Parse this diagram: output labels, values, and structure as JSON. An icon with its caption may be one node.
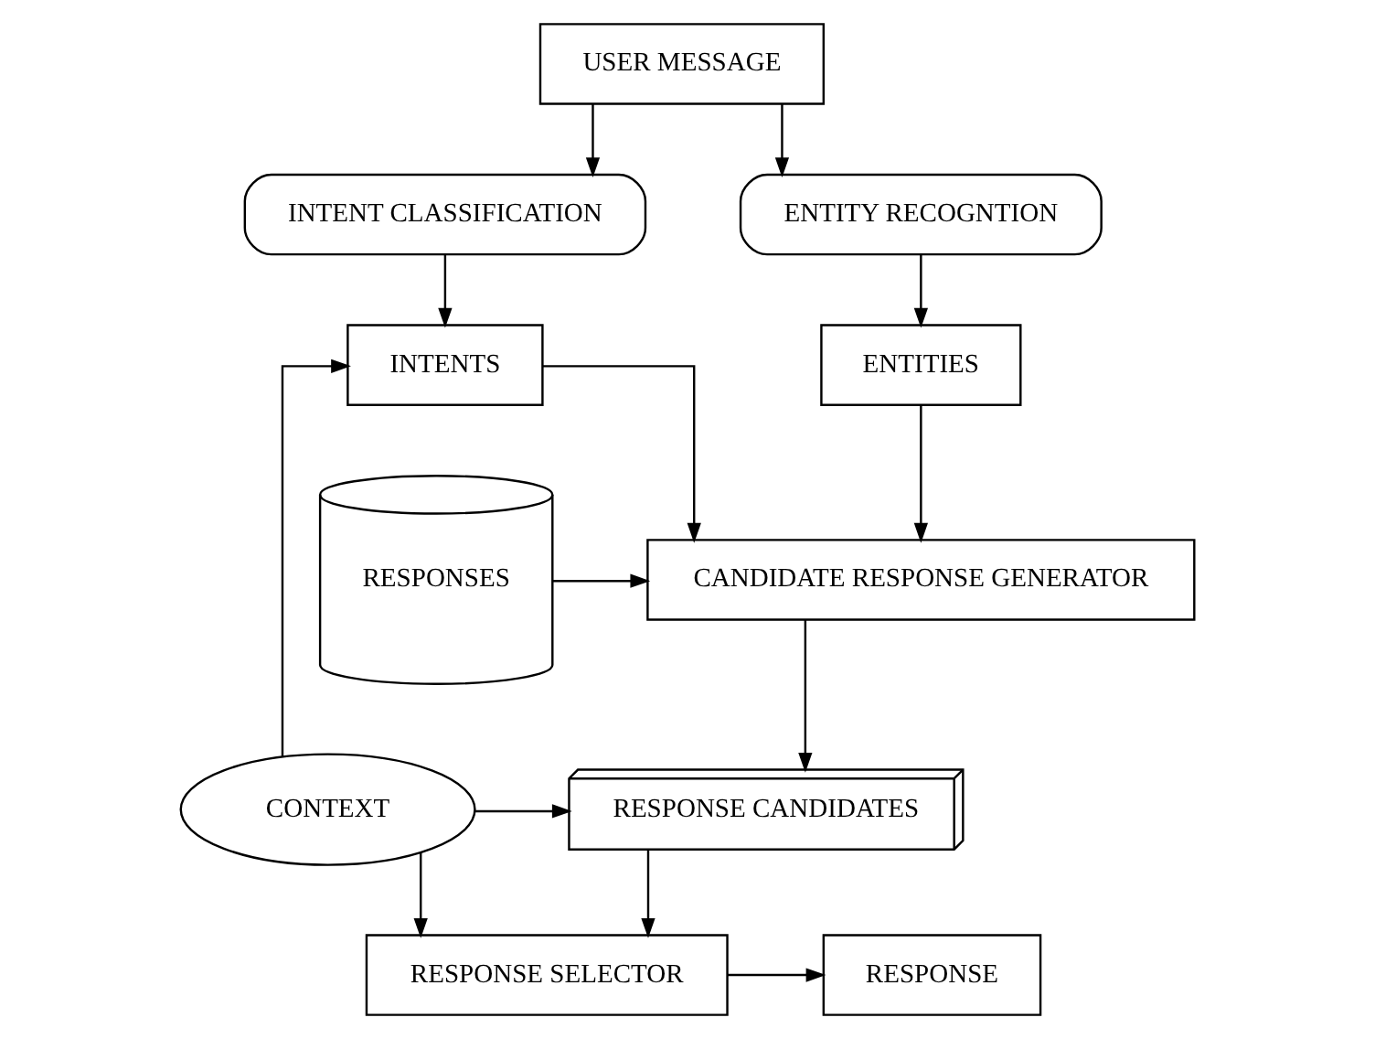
{
  "diagram": {
    "nodes": [
      {
        "text": [
          "USER MESSAGE"
        ]
      },
      {
        "text": [
          "INTENT CLASSIFICATION"
        ]
      },
      {
        "text": [
          "ENTITY RECOGNTION"
        ]
      },
      {
        "text": [
          "INTENTS"
        ]
      },
      {
        "text": [
          "ENTITIES"
        ]
      },
      {
        "text": [
          "CANDIDATE RESPONSE GENERATOR"
        ]
      },
      {
        "text": [
          "CONTEXT"
        ]
      },
      {
        "text": [
          "RESPONSE CANDIDATES"
        ]
      },
      {
        "text": [
          "RESPONSES"
        ]
      },
      {
        "text": [
          "RESPONSE SELECTOR"
        ]
      },
      {
        "text": [
          "RESPONSE"
        ]
      }
    ],
    "edges": [
      {
        "from": 0,
        "to": 1,
        "arrow": "to"
      },
      {
        "from": 0,
        "to": 2,
        "arrow": "to"
      },
      {
        "from": 1,
        "to": 3,
        "arrow": "to"
      },
      {
        "from": 2,
        "to": 4,
        "arrow": "to"
      },
      {
        "from": 4,
        "to": 5,
        "arrow": "to"
      },
      {
        "from": 3,
        "to": 5,
        "arrow": "to"
      },
      {
        "from": 8,
        "to": 5,
        "arrow": "to"
      },
      {
        "from": 5,
        "to": 7,
        "arrow": "to"
      },
      {
        "from": 6,
        "to": 3,
        "arrow": "to"
      },
      {
        "from": 6,
        "to": 7,
        "arrow": "to"
      },
      {
        "from": 6,
        "to": 9,
        "arrow": "to"
      },
      {
        "from": 7,
        "to": 9,
        "arrow": "to"
      },
      {
        "from": 9,
        "to": 10,
        "arrow": "to"
      }
    ]
  }
}
